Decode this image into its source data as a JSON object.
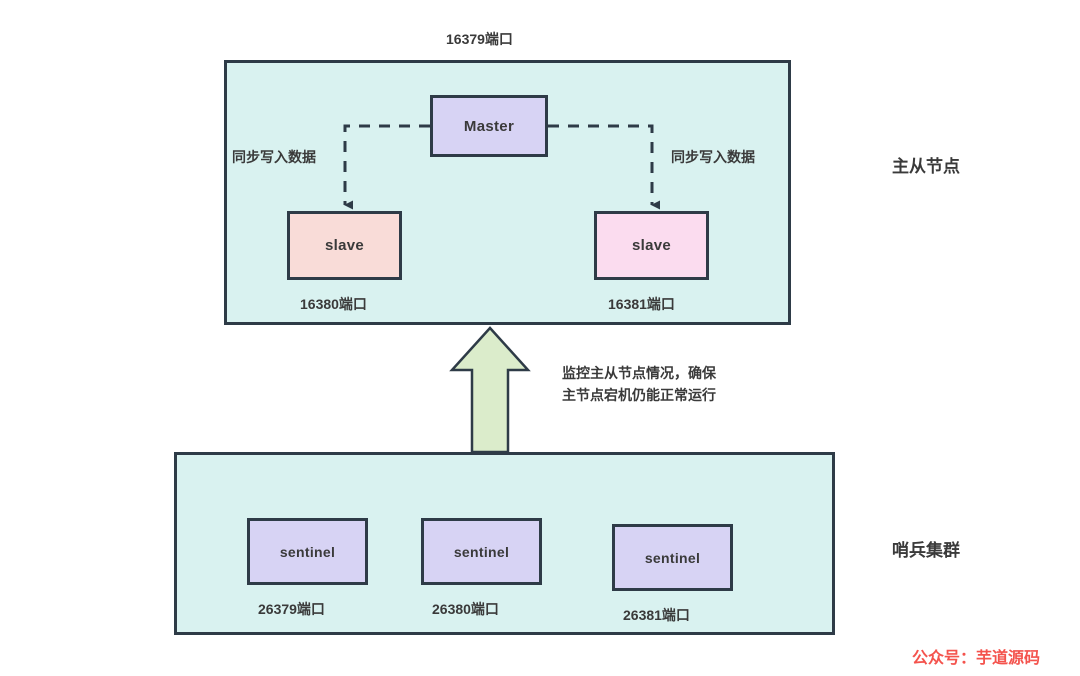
{
  "diagram": {
    "title_top": "16379端口",
    "watermark": "公众号：芋道源码",
    "groups": [
      {
        "id": "master-slave-group",
        "side_label": "主从节点"
      },
      {
        "id": "sentinel-group",
        "side_label": "哨兵集群"
      }
    ],
    "master": {
      "label": "Master",
      "port": "16379端口"
    },
    "slaves": [
      {
        "label": "slave",
        "port": "16380端口",
        "edge_label": "同步写入数据"
      },
      {
        "label": "slave",
        "port": "16381端口",
        "edge_label": "同步写入数据"
      }
    ],
    "sentinels": [
      {
        "label": "sentinel",
        "port": "26379端口"
      },
      {
        "label": "sentinel",
        "port": "26380端口"
      },
      {
        "label": "sentinel",
        "port": "26381端口"
      }
    ],
    "monitor_note_line1": "监控主从节点情况，确保",
    "monitor_note_line2": "主节点宕机仍能正常运行",
    "colors": {
      "group_fill": "#d9f2f0",
      "node_stroke": "#2e3b47",
      "master_fill": "#d7d3f4",
      "slave_left_fill": "#f9dcd8",
      "slave_right_fill": "#fbdcef",
      "sentinel_fill": "#d7d3f4",
      "arrow_fill": "#dbeccb",
      "watermark_color": "#f4534d",
      "text_color": "#3a3a3a"
    }
  }
}
